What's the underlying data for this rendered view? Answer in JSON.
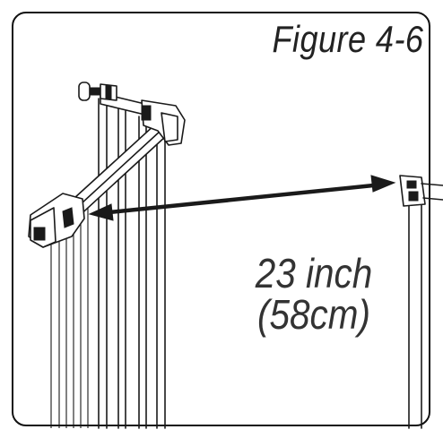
{
  "figure": {
    "label": "Figure 4-6"
  },
  "measurement": {
    "line1": "23 inch",
    "line2": "(58cm)"
  },
  "colors": {
    "ink": "#1a1a1a",
    "background": "#ffffff"
  }
}
